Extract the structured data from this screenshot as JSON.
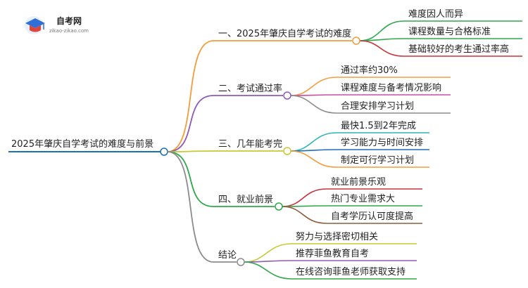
{
  "logo": {
    "name": "自考网",
    "url": "zikao-zikao.com",
    "icon": "graduation-cap-icon"
  },
  "root": {
    "label": "2025年肇庆自学考试的难度与前景",
    "color": "#1e6fb8"
  },
  "branches": [
    {
      "label": "一、2025年肇庆自学考试的难度",
      "color": "#f39c3c",
      "leaves": [
        {
          "label": "难度因人而异",
          "color": "#2ea84a"
        },
        {
          "label": "课程数量与合格标准",
          "color": "#2ea84a"
        },
        {
          "label": "基础较好的考生通过率高",
          "color": "#c8323c"
        }
      ]
    },
    {
      "label": "二、考试通过率",
      "color": "#8e5bb5",
      "leaves": [
        {
          "label": "通过率约30%",
          "color": "#f39c3c"
        },
        {
          "label": "课程难度与备考情况影响",
          "color": "#c84fa0"
        },
        {
          "label": "合理安排学习计划",
          "color": "#8c8c8c"
        }
      ]
    },
    {
      "label": "三、几年能考完",
      "color": "#c8c832",
      "leaves": [
        {
          "label": "最快1.5到2年完成",
          "color": "#2bb5b5"
        },
        {
          "label": "学习能力与时间安排",
          "color": "#1e6fb8"
        },
        {
          "label": "制定可行学习计划",
          "color": "#f39c3c"
        }
      ]
    },
    {
      "label": "四、就业前景",
      "color": "#2ea84a",
      "leaves": [
        {
          "label": "就业前景乐观",
          "color": "#c8323c"
        },
        {
          "label": "热门专业需求大",
          "color": "#2ea84a"
        },
        {
          "label": "自考学历认可度提高",
          "color": "#8e5b3c"
        }
      ]
    },
    {
      "label": "结论",
      "color": "#8c8c8c",
      "leaves": [
        {
          "label": "努力与选择密切相关",
          "color": "#c8c832"
        },
        {
          "label": "推荐菲鱼教育自考",
          "color": "#8e5bb5"
        },
        {
          "label": "在线咨询菲鱼老师获取支持",
          "color": "#2ea84a"
        }
      ]
    }
  ]
}
